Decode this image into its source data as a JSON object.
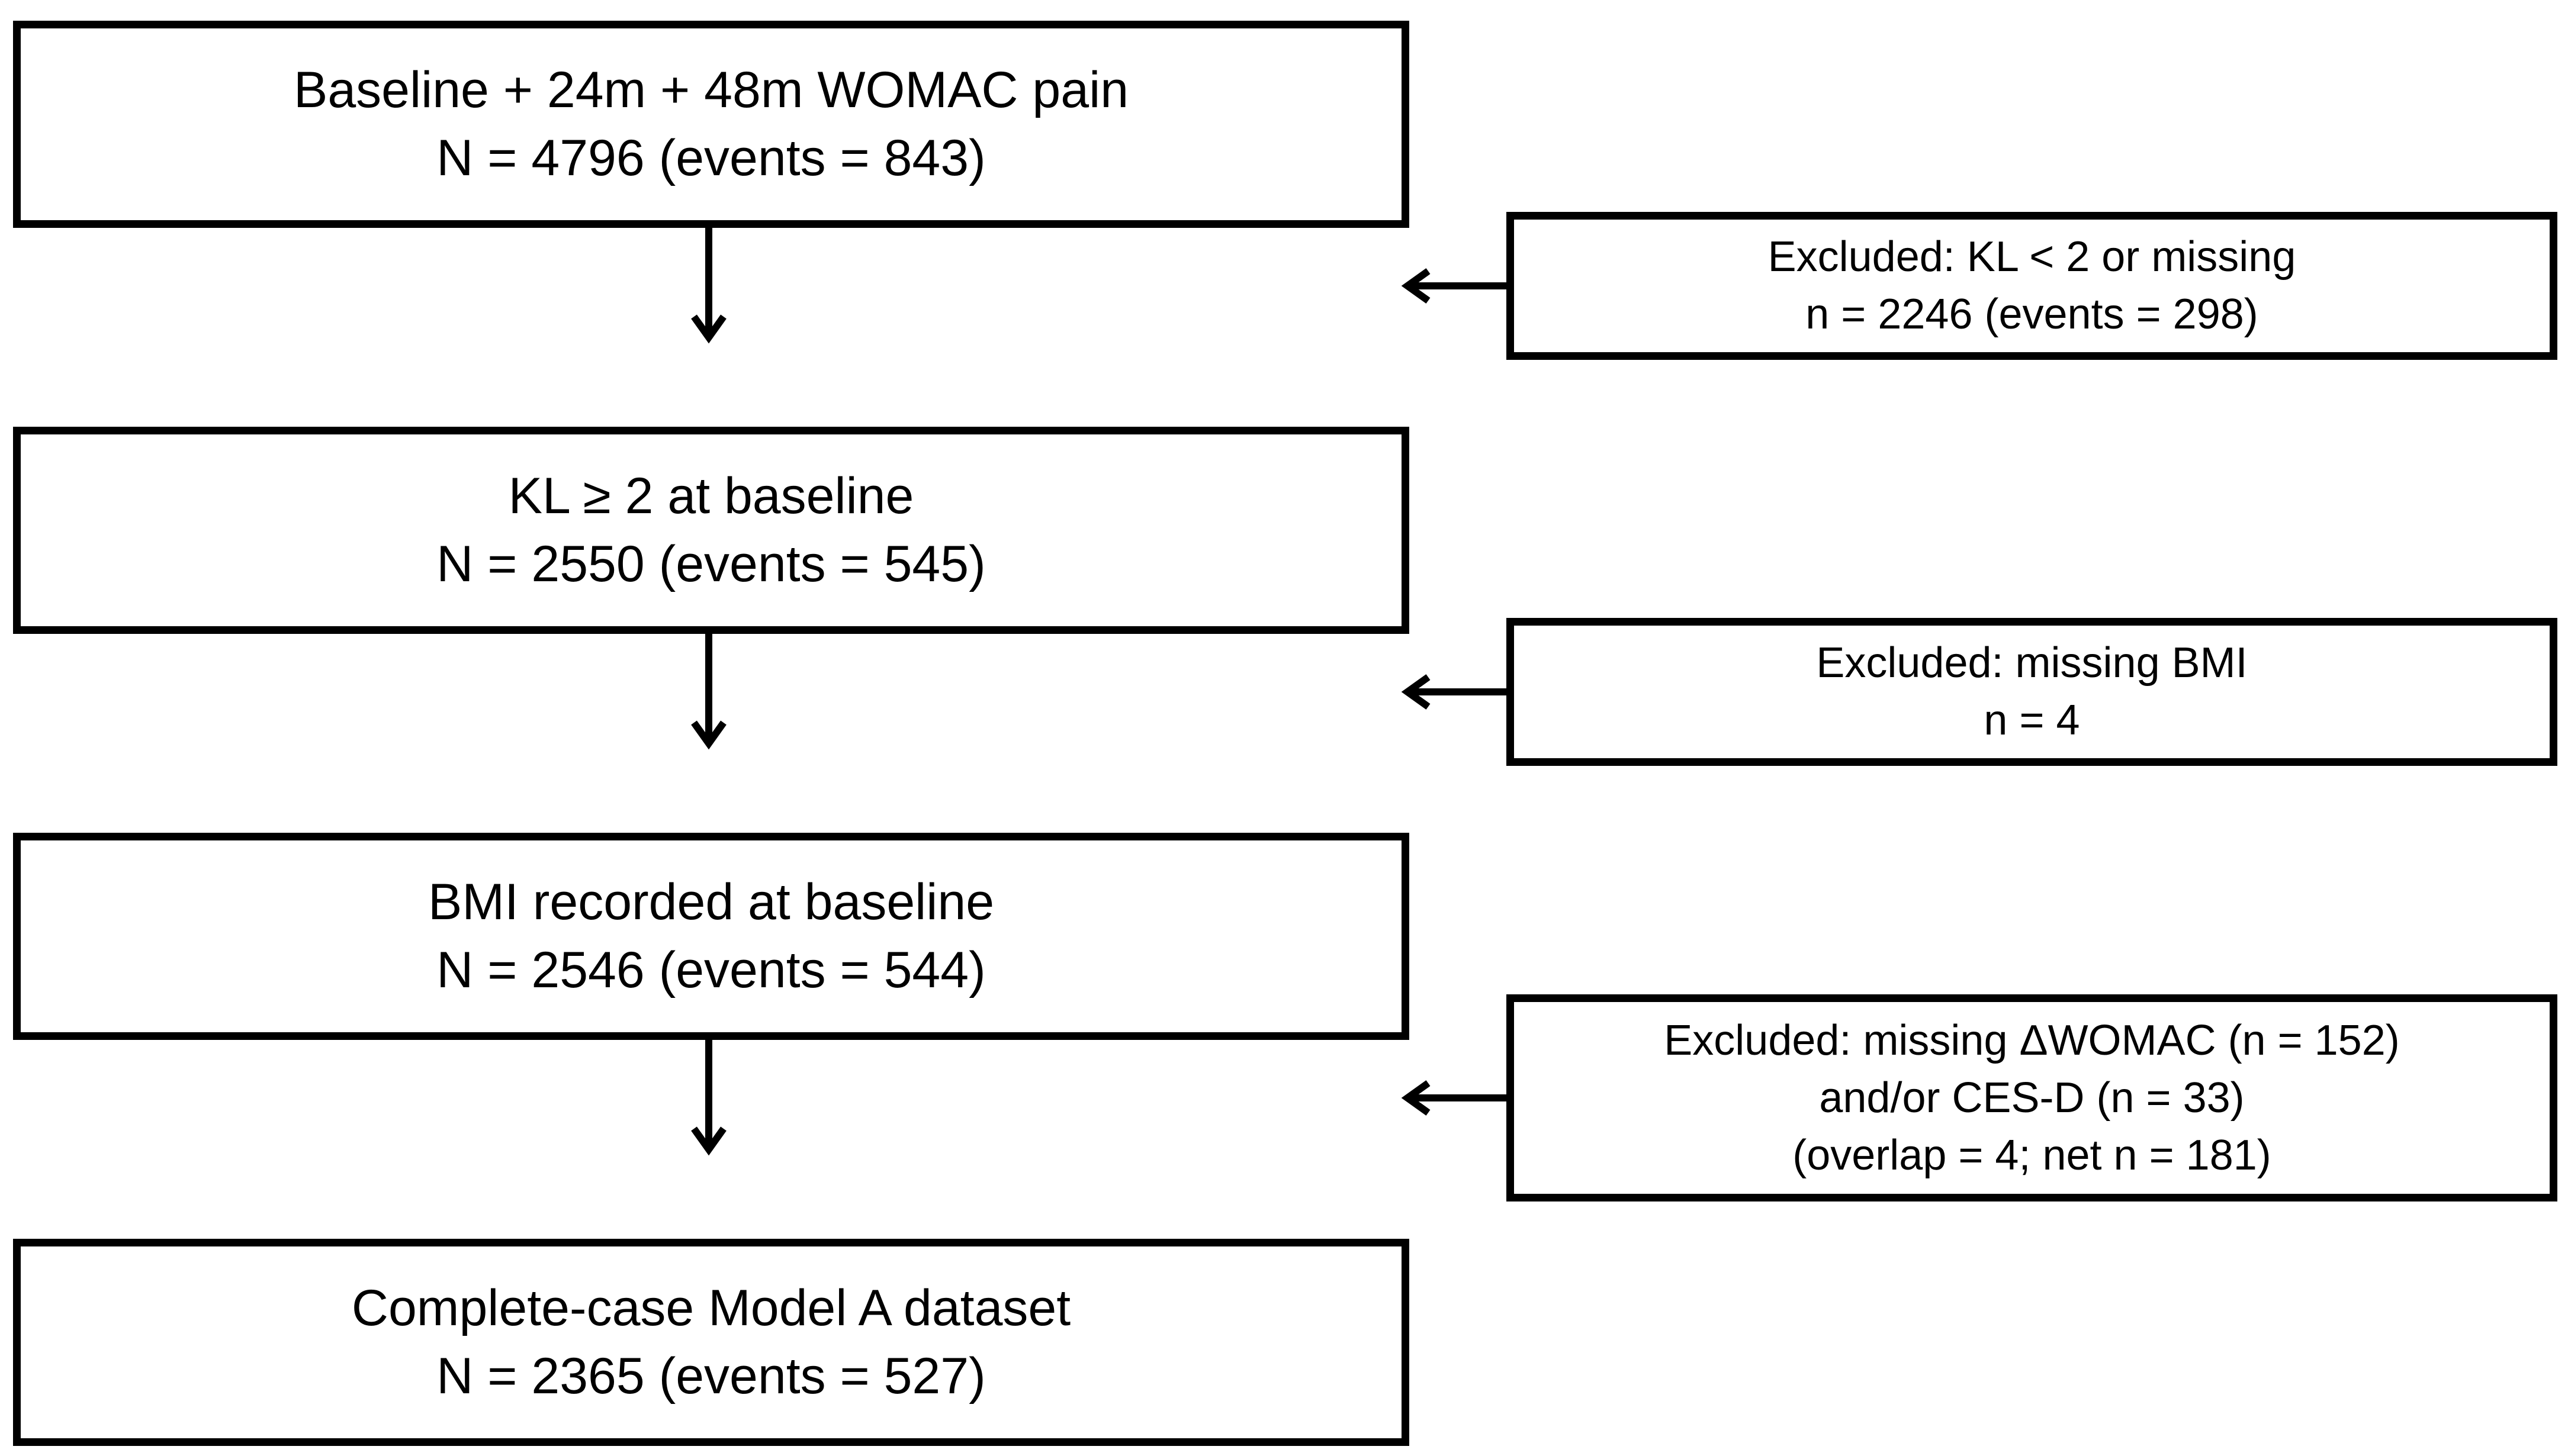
{
  "flow": {
    "steps": [
      {
        "title": "Baseline + 24m + 48m WOMAC pain",
        "count": "N = 4796 (events = 843)"
      },
      {
        "title": "KL ≥ 2 at baseline",
        "count": "N = 2550 (events = 545)"
      },
      {
        "title": "BMI recorded at baseline",
        "count": "N = 2546 (events = 544)"
      },
      {
        "title": "Complete-case Model A dataset",
        "count": "N = 2365 (events = 527)"
      }
    ],
    "exclusions": [
      {
        "lines": [
          "Excluded: KL < 2 or missing",
          "n = 2246 (events = 298)"
        ]
      },
      {
        "lines": [
          "Excluded: missing BMI",
          "n = 4"
        ]
      },
      {
        "lines": [
          "Excluded: missing ΔWOMAC (n = 152)",
          "and/or CES-D (n = 33)",
          "(overlap = 4; net n = 181)"
        ]
      }
    ]
  },
  "colors": {
    "stroke": "#000000",
    "background": "#ffffff"
  }
}
